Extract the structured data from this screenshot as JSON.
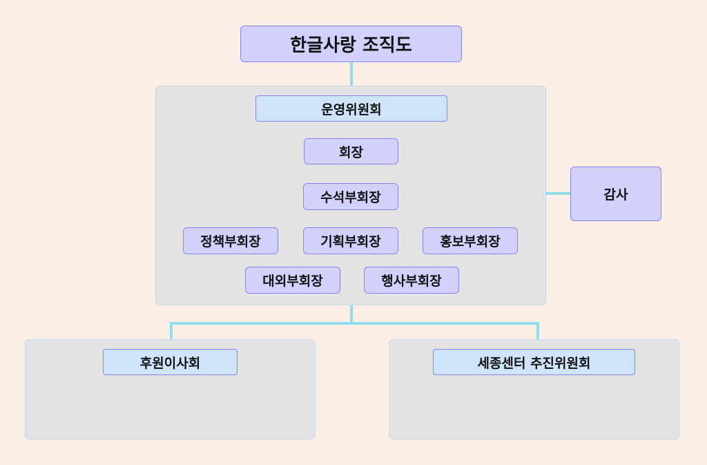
{
  "title": "한글사랑 조직도",
  "committee": {
    "name": "운영위원회",
    "president": "회장",
    "senior_vp": "수석부회장",
    "vps": [
      "정책부회장",
      "기획부회장",
      "홍보부회장",
      "대외부회장",
      "행사부회장"
    ]
  },
  "auditor": "감사",
  "sub_orgs": {
    "left": "후원이사회",
    "right": "세종센터 추진위원회"
  },
  "colors": {
    "background": "#fbeee6",
    "box_fill": "#d1d1fb",
    "box_border": "#8585f5",
    "band_fill": "#cfe3fb",
    "panel_fill": "#e3e3e3",
    "connector": "#8fdcec"
  }
}
